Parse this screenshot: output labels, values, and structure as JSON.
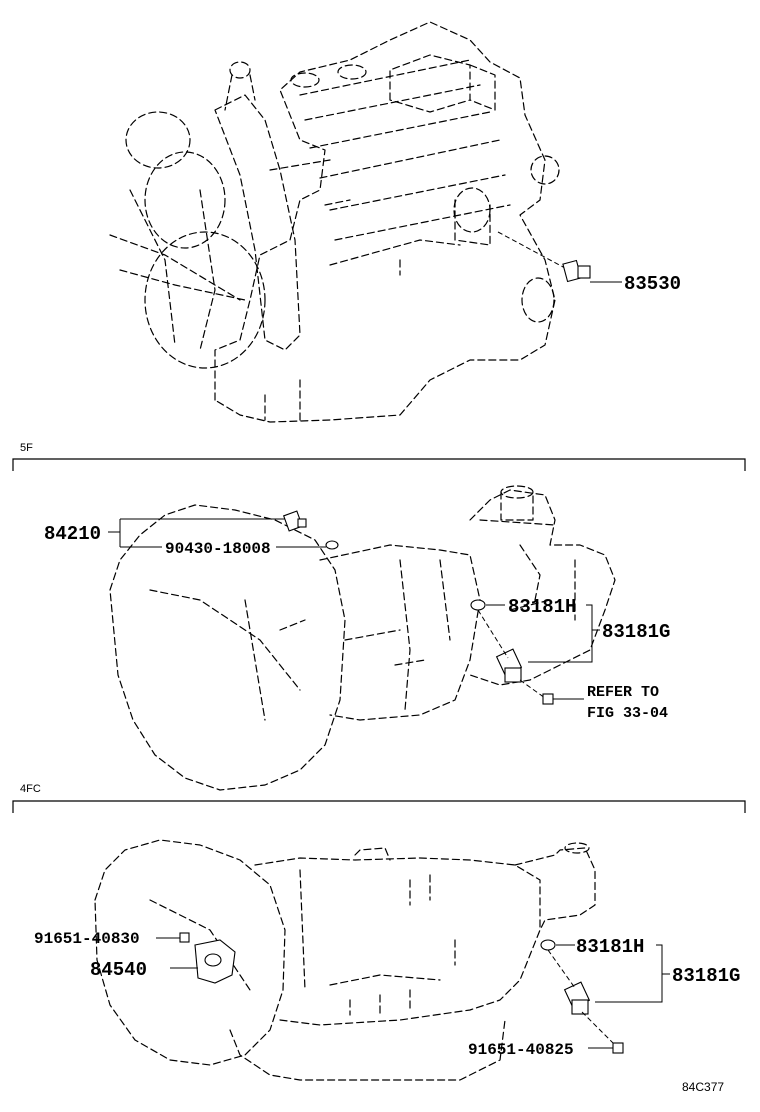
{
  "sections": {
    "manual": "5F",
    "automatic": "4FC"
  },
  "parts": {
    "engine_sender": "83530",
    "backup_switch": "84210",
    "gasket": "90430-18008",
    "speed_sensor_5f": "83181H",
    "speed_sensor_assy_5f": "83181G",
    "refer_line1": "REFER TO",
    "refer_line2": "FIG 33-04",
    "neutral_bolt": "91651-40830",
    "neutral_switch": "84540",
    "speed_sensor_4fc": "83181H",
    "speed_sensor_assy_4fc": "83181G",
    "sensor_bolt": "91651-40825"
  },
  "figure_code": "84C377"
}
